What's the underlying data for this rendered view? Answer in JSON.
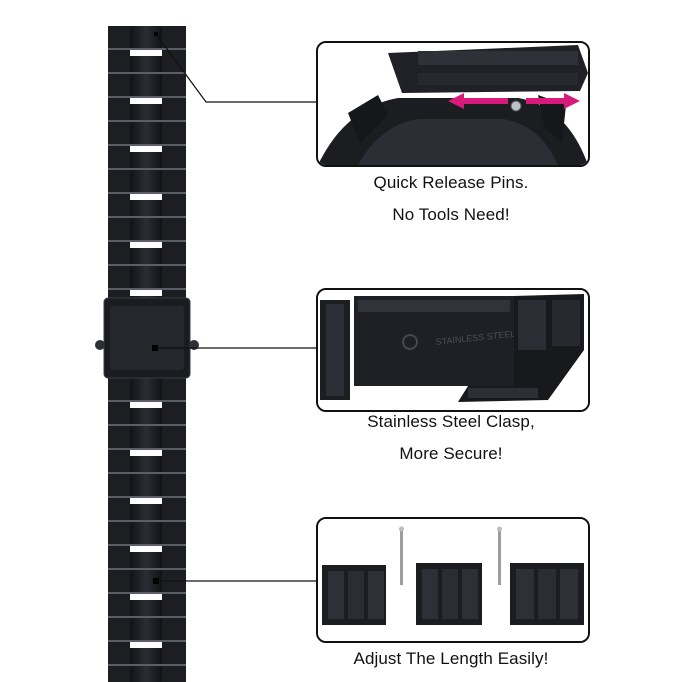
{
  "callouts": [
    {
      "id": "quick-release",
      "line1": "Quick Release Pins.",
      "line2": "No Tools Need!"
    },
    {
      "id": "clasp",
      "line1": "Stainless Steel Clasp,",
      "line2": "More Secure!"
    },
    {
      "id": "adjust",
      "line1": "Adjust The Length Easily!"
    }
  ],
  "clasp_engraving": "STAINLESS STEEL",
  "colors": {
    "band": "#1c1e22",
    "band_highlight": "#5a5e66",
    "arrow": "#d81b7a",
    "background": "#ffffff"
  }
}
